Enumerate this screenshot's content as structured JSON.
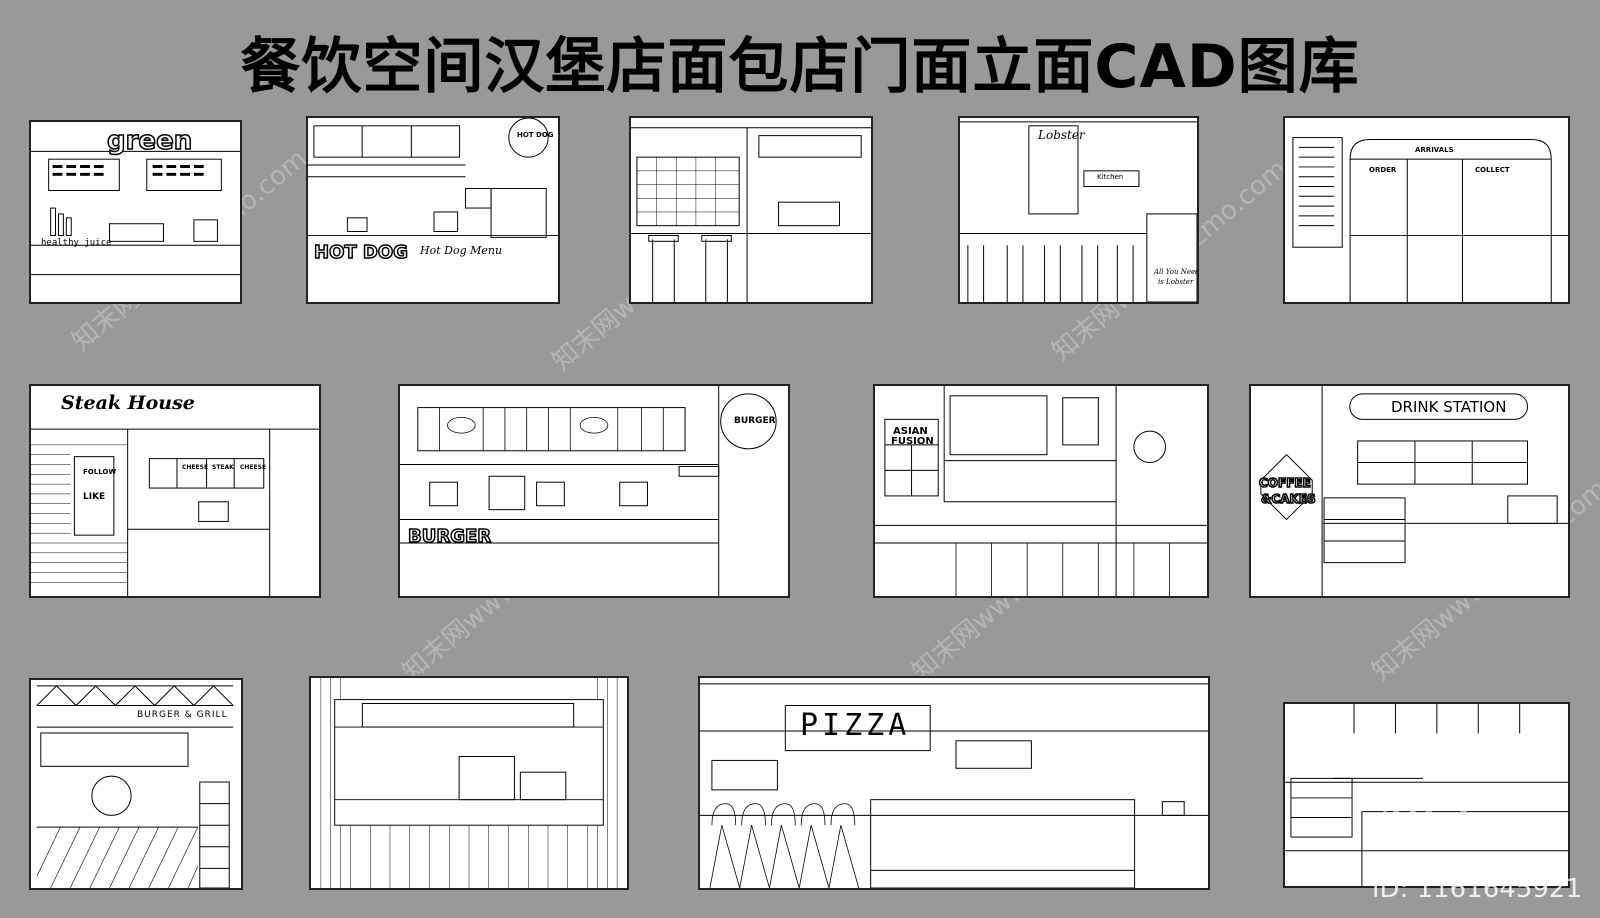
{
  "title": "餐饮空间汉堡店面包店门面立面CAD图库",
  "watermark": {
    "id_text": "ID: 1161645921",
    "logo_text": "知末",
    "site_text": "知末网www.znzmo.com"
  },
  "panels": {
    "green": {
      "sign": "green",
      "counter_label": "healthy juice"
    },
    "hotdog": {
      "badge": "HOT DOG",
      "big_sign": "HOT DOG",
      "menu": "Hot Dog Menu"
    },
    "lobster": {
      "sign": "Lobster",
      "kitchen": "Kitchen",
      "slogan_1": "All You Need",
      "slogan_2": "is Lobster"
    },
    "arrivals": {
      "arrivals": "ARRIVALS",
      "order": "ORDER",
      "collect": "COLLECT"
    },
    "steak": {
      "sign": "Steak House",
      "poster_1": "FOLLOW",
      "poster_2": "LIKE",
      "menu_1": "CHEESE",
      "menu_2": "STEAK",
      "menu_3": "CHEESE"
    },
    "burger": {
      "sign": "BURGER",
      "badge": "BURGER"
    },
    "asian": {
      "sign_1": "ASIAN",
      "sign_2": "FUSION"
    },
    "drink": {
      "sign": "DRINK STATION",
      "hex_1": "COFFEE",
      "hex_2": "&CAKES"
    },
    "grill": {
      "sign": "BURGER & GRILL"
    },
    "pizza": {
      "sign": "PIZZA"
    }
  }
}
